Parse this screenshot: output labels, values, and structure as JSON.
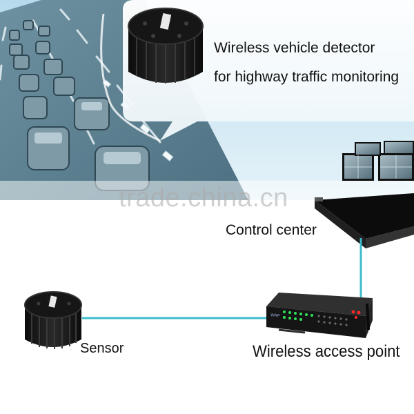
{
  "headline": {
    "line1": "Wireless vehicle detector",
    "line2": "for highway traffic monitoring"
  },
  "nodes": {
    "control_center": "Control center",
    "sensor": "Sensor",
    "access_point": "Wireless access point"
  },
  "device_badge": "WAP",
  "watermark": "trade.china.cn",
  "colors": {
    "sky": "#cfe7f3",
    "road": "#5b7f8f",
    "link": "#37b9cc",
    "led_green": "#2fe35a",
    "led_red": "#ff2a2a",
    "device_body": "#1c1c1c"
  }
}
